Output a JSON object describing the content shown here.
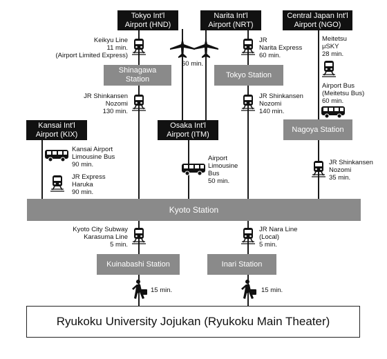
{
  "airports": {
    "hnd": "Tokyo Int'l\nAirport (HND)",
    "nrt": "Narita Int'l\nAirport (NRT)",
    "ngo": "Central Japan Int'l\nAirport (NGO)",
    "kix": "Kansai Int'l\nAirport (KIX)",
    "itm": "Osaka Int'l\nAirport (ITM)"
  },
  "stations": {
    "shinagawa": "Shinagawa\nStation",
    "tokyo": "Tokyo Station",
    "nagoya": "Nagoya Station",
    "kyoto": "Kyoto Station",
    "kuinabashi": "Kuinabashi Station",
    "inari": "Inari Station"
  },
  "routes": {
    "keikyu": "Keikyu Line\n11 min.\n(Airport Limited Express)",
    "flight": "60 min.",
    "narita_express": "JR\nNarita Express\n60 min.",
    "meitetsu": "Meitetsu\nμSKY\n28 min.",
    "meitetsu_bus": "Airport Bus\n(Meitetsu Bus)\n60 min.",
    "shinkansen_shinagawa": "JR Shinkansen\nNozomi\n130 min.",
    "shinkansen_tokyo": "JR Shinkansen\nNozomi\n140 min.",
    "shinkansen_nagoya": "JR Shinkansen\nNozomi\n35 min.",
    "kansai_bus": "Kansai Airport\nLimousine Bus\n90 min.",
    "haruka": "JR Express\nHaruka\n90 min.",
    "itm_bus": "Airport\nLimousine\nBus\n50 min.",
    "subway": "Kyoto City Subway\nKarasuma Line\n5 min.",
    "nara_line": "JR Nara Line\n(Local)\n5 min.",
    "walk_kuinabashi": "15 min.",
    "walk_inari": "15 min."
  },
  "destination": "Ryukoku University Jojukan (Ryukoku Main Theater)",
  "colors": {
    "airport_box": "#111111",
    "station_box": "#8a8a8a",
    "line": "#1a1a1a"
  },
  "icons": [
    "train-icon",
    "bus-icon",
    "airplane-icon",
    "walking-person-icon"
  ]
}
